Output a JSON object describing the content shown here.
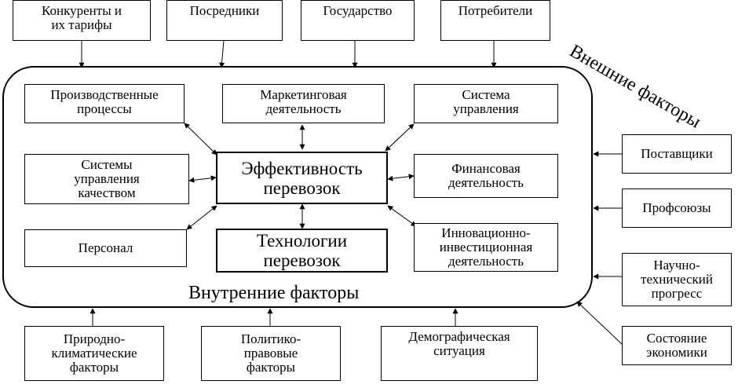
{
  "external_factors_label": "Внешние факторы",
  "internal_factors_label": "Внутренние факторы",
  "top_factors": {
    "competitors": "Конкуренты и\nих тарифы",
    "intermediaries": "Посредники",
    "state": "Государство",
    "consumers": "Потребители"
  },
  "right_factors": {
    "suppliers": "Поставщики",
    "trade_unions": "Профсоюзы",
    "scientific_progress": "Научно-\nтехнический\nпрогресс",
    "economy_state": "Состояние\nэкономики"
  },
  "bottom_factors": {
    "natural_climatic": "Природно-\nклиматические\nфакторы",
    "political_legal": "Политико-\nправовые\nфакторы",
    "demographic": "Демографическая\nситуация"
  },
  "internal": {
    "production_processes": "Производственные\nпроцессы",
    "marketing": "Маркетинговая\nдеятельность",
    "management_system": "Система\nуправления",
    "quality_systems": "Системы\nуправления\nкачеством",
    "financial": "Финансовая\nдеятельность",
    "personnel": "Персонал",
    "innovation": "Инновационно-\nинвестиционная\nдеятельность"
  },
  "center": {
    "efficiency": "Эффективность\nперевозок",
    "technology": "Технологии\nперевозок"
  }
}
